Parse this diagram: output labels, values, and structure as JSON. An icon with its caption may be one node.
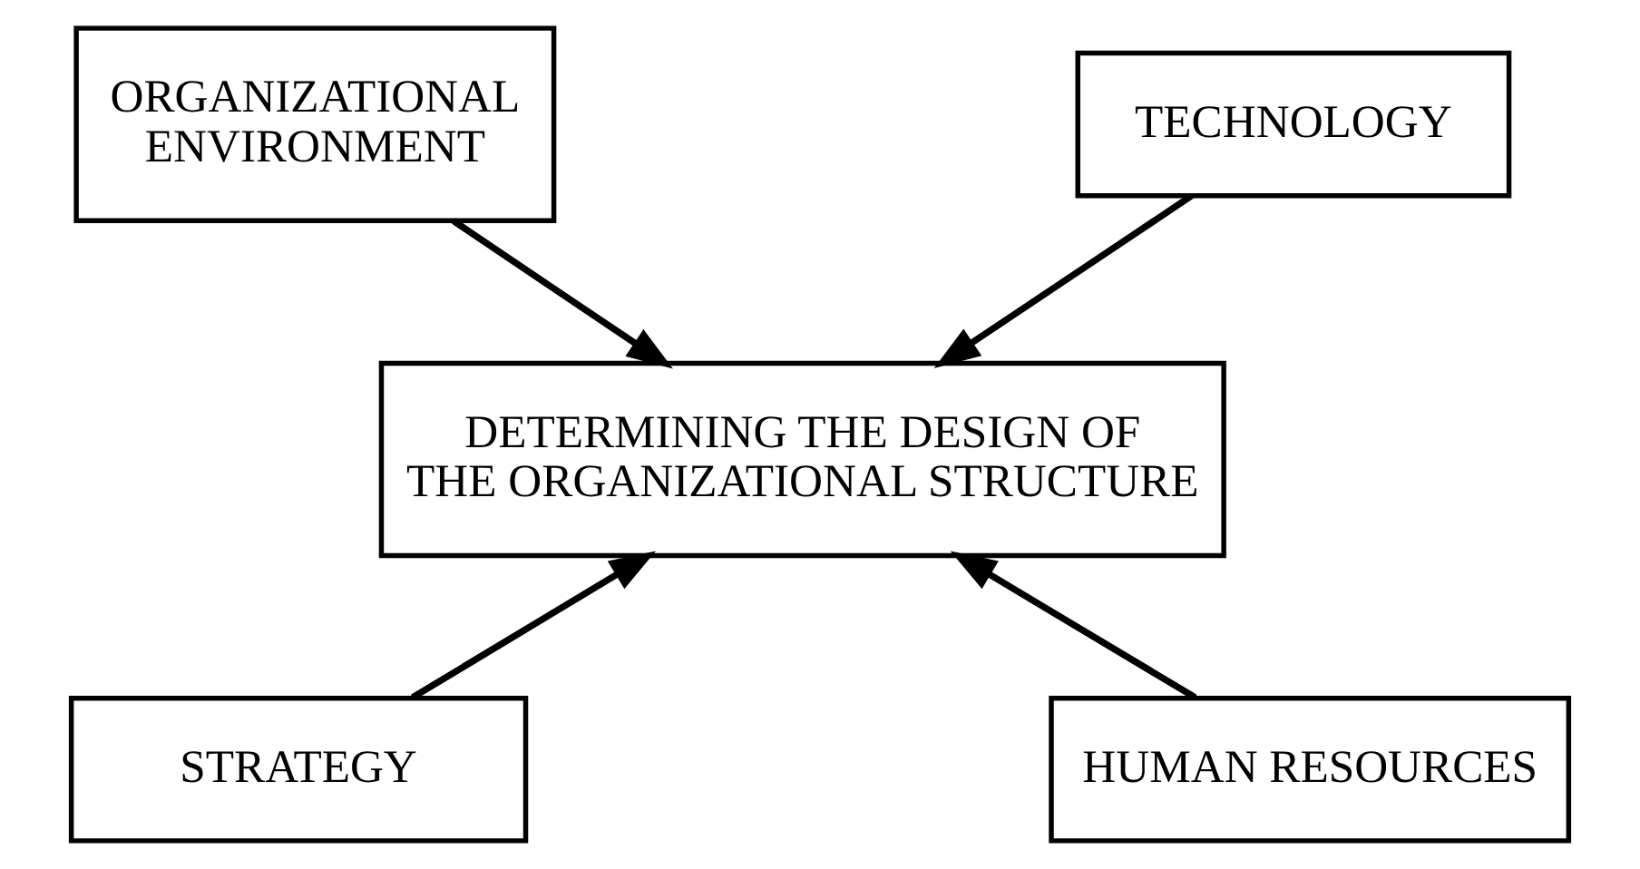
{
  "diagram": {
    "nodes": [
      {
        "text": [
          "ORGANIZATIONAL ENVIRONMENT"
        ]
      },
      {
        "text": [
          "TECHNOLOGY"
        ]
      },
      {
        "text": [
          "DETERMINING THE DESIGN OF THE ORGANIZATIONAL STRUCTURE"
        ]
      },
      {
        "text": [
          "STRATEGY"
        ]
      },
      {
        "text": [
          "HUMAN RESOURCES"
        ]
      }
    ],
    "edges": [
      {
        "from": 0,
        "to": 2,
        "arrow": "to"
      },
      {
        "from": 1,
        "to": 2,
        "arrow": "to"
      },
      {
        "from": 3,
        "to": 2,
        "arrow": "to"
      },
      {
        "from": 4,
        "to": 2,
        "arrow": "to"
      }
    ]
  }
}
